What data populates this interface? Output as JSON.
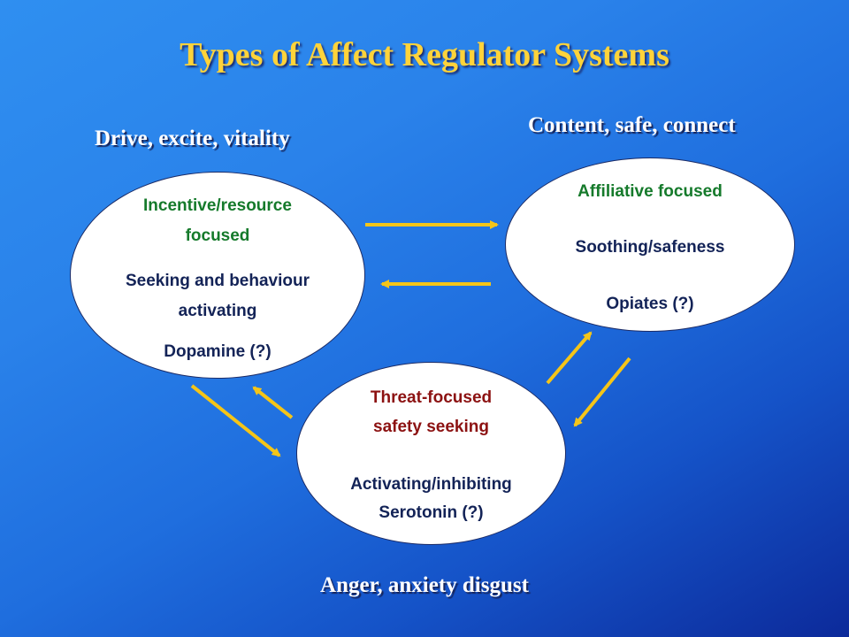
{
  "title": "Types of Affect Regulator Systems",
  "headings": {
    "drive": "Drive, excite, vitality",
    "content": "Content, safe, connect",
    "anger": "Anger, anxiety disgust"
  },
  "drive_system": {
    "line1": "Incentive/resource",
    "line2": "focused",
    "line3": "Seeking and behaviour",
    "line4": "activating",
    "line5": "Dopamine (?)"
  },
  "content_system": {
    "line1": "Affiliative focused",
    "line2": "Soothing/safeness",
    "line3": "Opiates (?)"
  },
  "threat_system": {
    "line1": "Threat-focused",
    "line2": "safety seeking",
    "line3": "Activating/inhibiting",
    "line4": "Serotonin (?)"
  },
  "colors": {
    "title": "#ffd33a",
    "arrow": "#f5c518",
    "drive_text": "#157a2b",
    "threat_text": "#8c1212",
    "body_text": "#132357"
  }
}
